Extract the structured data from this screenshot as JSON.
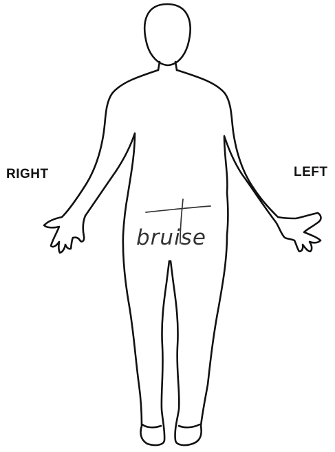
{
  "labels": {
    "right": "RIGHT",
    "left": "LEFT"
  },
  "annotation": {
    "text": "bruise"
  }
}
